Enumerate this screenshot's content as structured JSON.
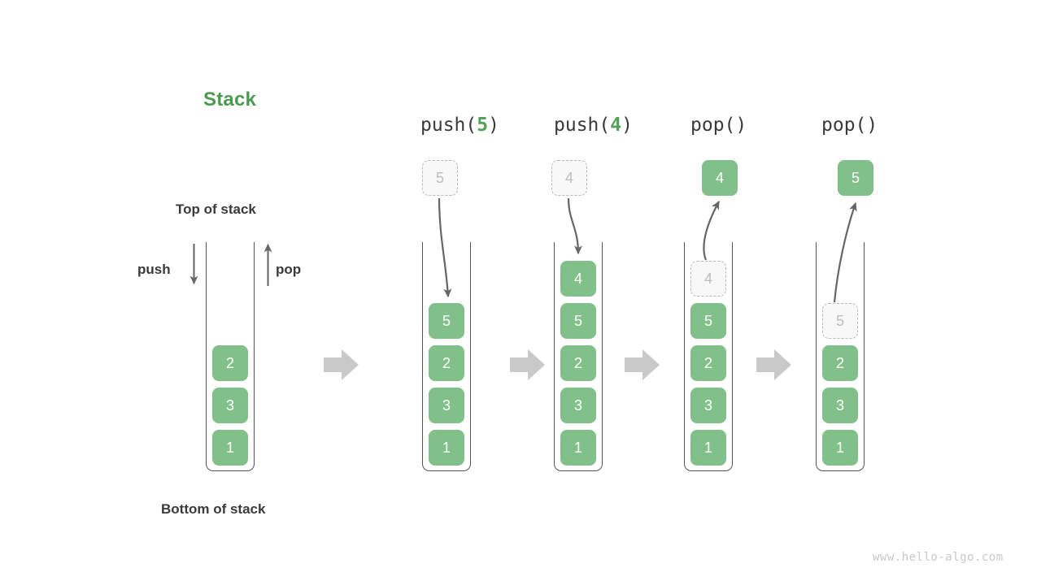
{
  "diagram": {
    "title": "Stack",
    "top_label": "Top of stack",
    "bottom_label": "Bottom of stack",
    "push_label": "push",
    "pop_label": "pop",
    "watermark": "www.hello-algo.com"
  },
  "initial_stack": {
    "name": "initial-stack",
    "cells": [
      "2",
      "3",
      "1"
    ]
  },
  "steps": [
    {
      "name": "push-5",
      "op_prefix": "push(",
      "op_arg": "5",
      "op_suffix": ")",
      "op_text": "push(5)",
      "floating": {
        "value": "5",
        "style": "ghost"
      },
      "cells": [
        {
          "value": "5",
          "style": "solid"
        },
        {
          "value": "2",
          "style": "solid"
        },
        {
          "value": "3",
          "style": "solid"
        },
        {
          "value": "1",
          "style": "solid"
        }
      ]
    },
    {
      "name": "push-4",
      "op_prefix": "push(",
      "op_arg": "4",
      "op_suffix": ")",
      "op_text": "push(4)",
      "floating": {
        "value": "4",
        "style": "ghost"
      },
      "cells": [
        {
          "value": "4",
          "style": "solid"
        },
        {
          "value": "5",
          "style": "solid"
        },
        {
          "value": "2",
          "style": "solid"
        },
        {
          "value": "3",
          "style": "solid"
        },
        {
          "value": "1",
          "style": "solid"
        }
      ]
    },
    {
      "name": "pop-4",
      "op_prefix": "pop(",
      "op_arg": "",
      "op_suffix": ")",
      "op_text": "pop()",
      "floating": {
        "value": "4",
        "style": "solid"
      },
      "cells": [
        {
          "value": "4",
          "style": "ghost"
        },
        {
          "value": "5",
          "style": "solid"
        },
        {
          "value": "2",
          "style": "solid"
        },
        {
          "value": "3",
          "style": "solid"
        },
        {
          "value": "1",
          "style": "solid"
        }
      ]
    },
    {
      "name": "pop-5",
      "op_prefix": "pop(",
      "op_arg": "",
      "op_suffix": ")",
      "op_text": "pop()",
      "floating": {
        "value": "5",
        "style": "solid"
      },
      "cells": [
        {
          "value": "5",
          "style": "ghost"
        },
        {
          "value": "2",
          "style": "solid"
        },
        {
          "value": "3",
          "style": "solid"
        },
        {
          "value": "1",
          "style": "solid"
        }
      ]
    }
  ],
  "colors": {
    "accent_green": "#82c08a",
    "title_green": "#4a9a4f",
    "ghost_border": "#b9b9b9",
    "ghost_fill": "#f8f8f8",
    "stroke_gray": "#666666",
    "transition_arrow": "#c9c9c9",
    "text_dark": "#3a3a3a",
    "watermark": "#c8c8c8"
  }
}
